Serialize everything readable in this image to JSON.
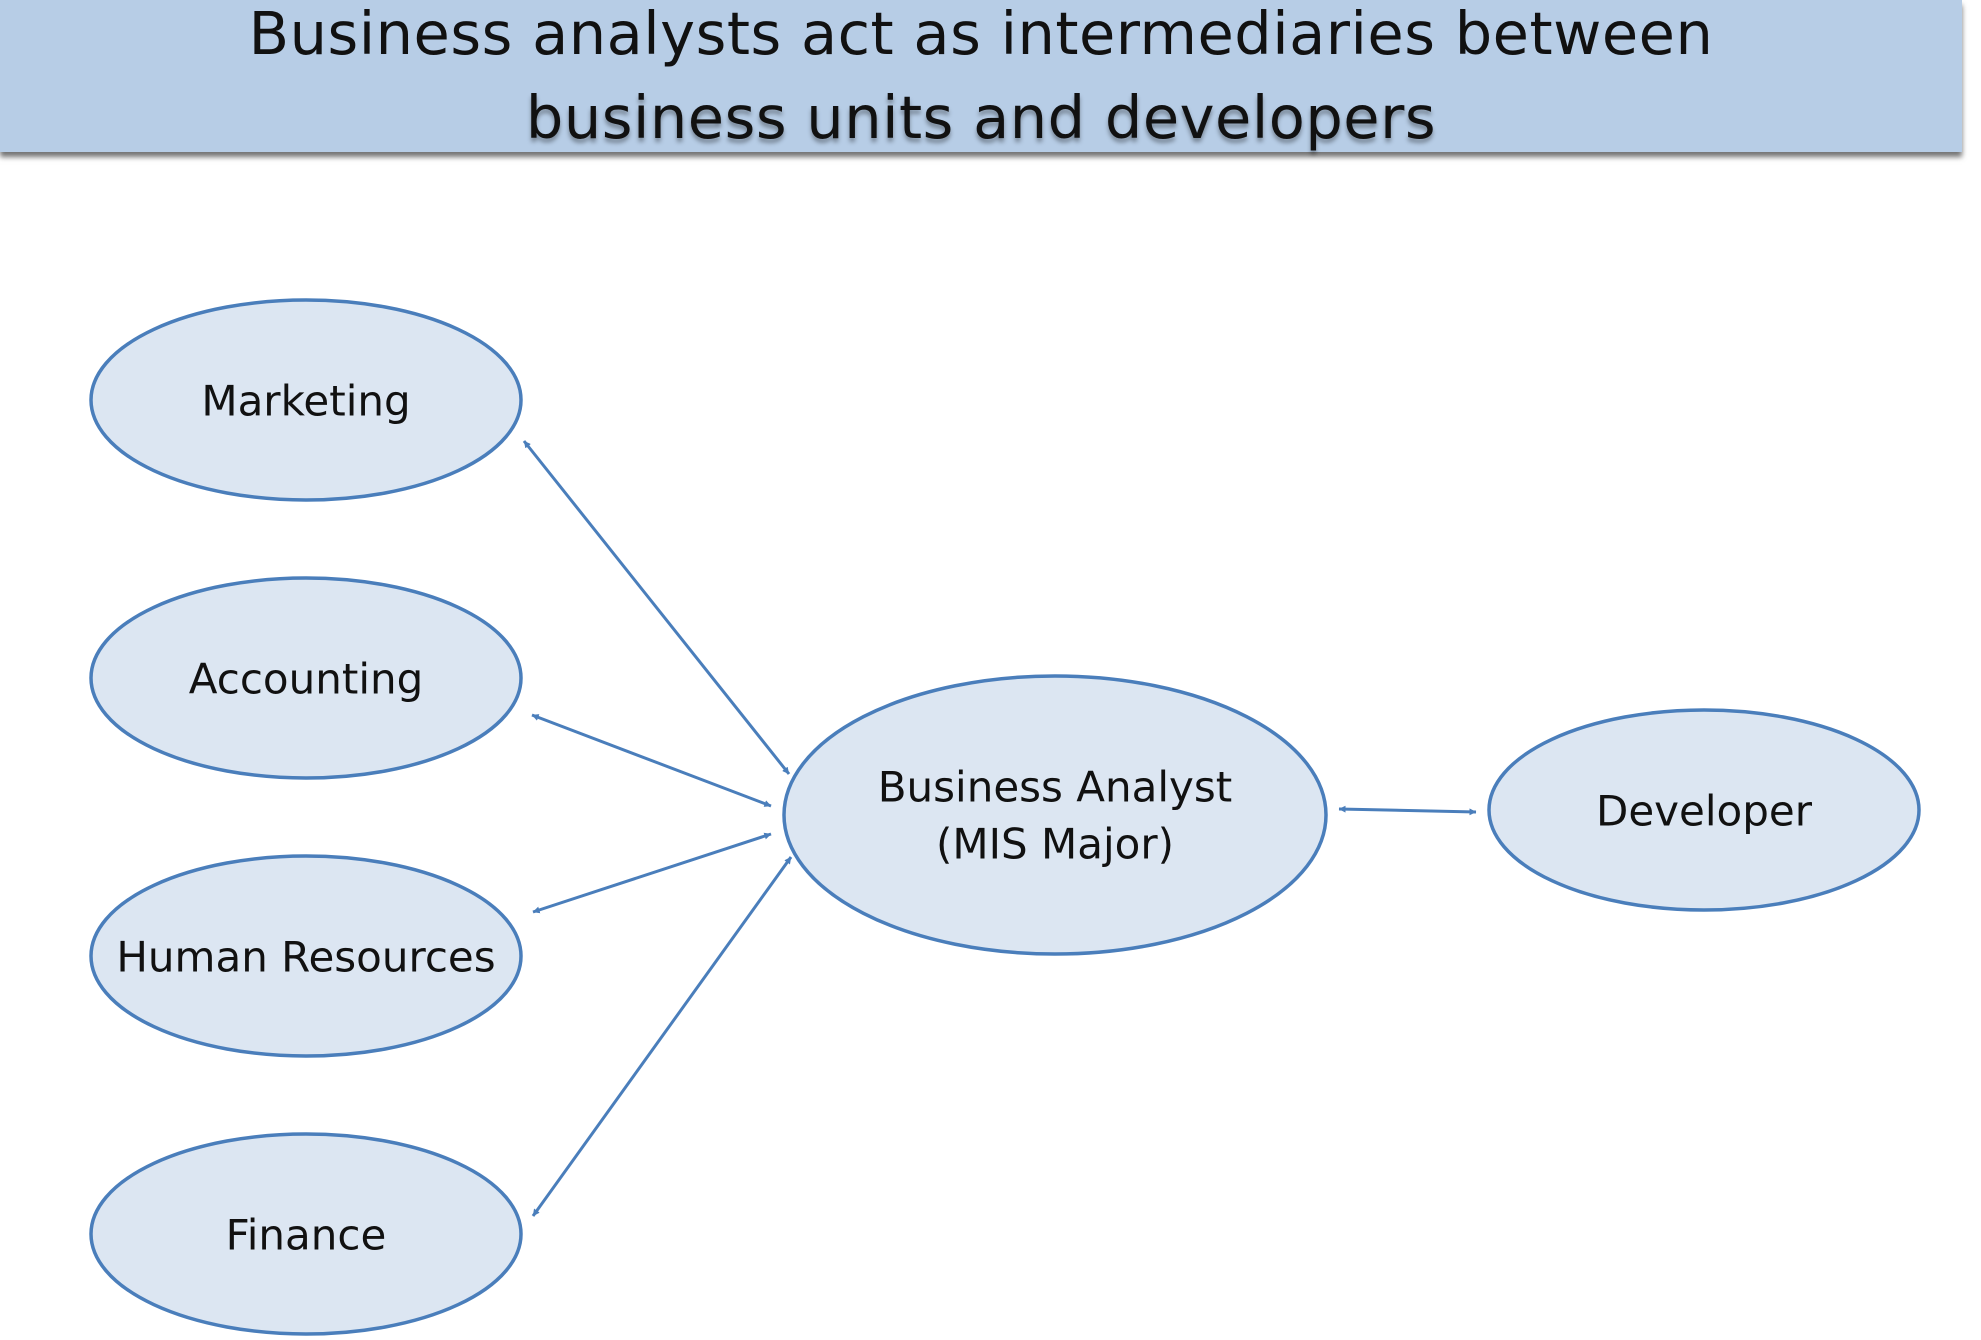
{
  "title": {
    "line1": "Business analysts act as intermediaries between",
    "line2": "business units and developers"
  },
  "colors": {
    "banner": "#b7cde6",
    "node_fill": "#dce6f2",
    "node_stroke": "#4a7ebb",
    "arrow": "#4a7ebb"
  },
  "nodes": {
    "marketing": {
      "label": "Marketing"
    },
    "accounting": {
      "label": "Accounting"
    },
    "human_resources": {
      "label": "Human Resources"
    },
    "finance": {
      "label": "Finance"
    },
    "business_analyst": {
      "line1": "Business Analyst",
      "line2": "(MIS Major)"
    },
    "developer": {
      "label": "Developer"
    }
  },
  "connections": [
    {
      "from": "Marketing",
      "to": "Business Analyst",
      "direction": "bidirectional"
    },
    {
      "from": "Accounting",
      "to": "Business Analyst",
      "direction": "bidirectional"
    },
    {
      "from": "Human Resources",
      "to": "Business Analyst",
      "direction": "bidirectional"
    },
    {
      "from": "Finance",
      "to": "Business Analyst",
      "direction": "bidirectional"
    },
    {
      "from": "Business Analyst",
      "to": "Developer",
      "direction": "bidirectional"
    }
  ]
}
